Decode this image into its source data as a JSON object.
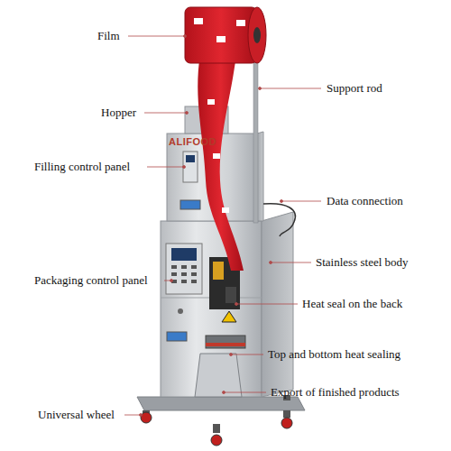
{
  "diagram": {
    "labels": [
      "Film",
      "Support rod",
      "Hopper",
      "Filling control panel",
      "Data connection",
      "Stainless steel body",
      "Packaging control panel",
      "Heat seal on the back",
      "Top and bottom heat sealing",
      "Export of finished products",
      "Universal wheel",
      "ALIFOOD"
    ]
  }
}
